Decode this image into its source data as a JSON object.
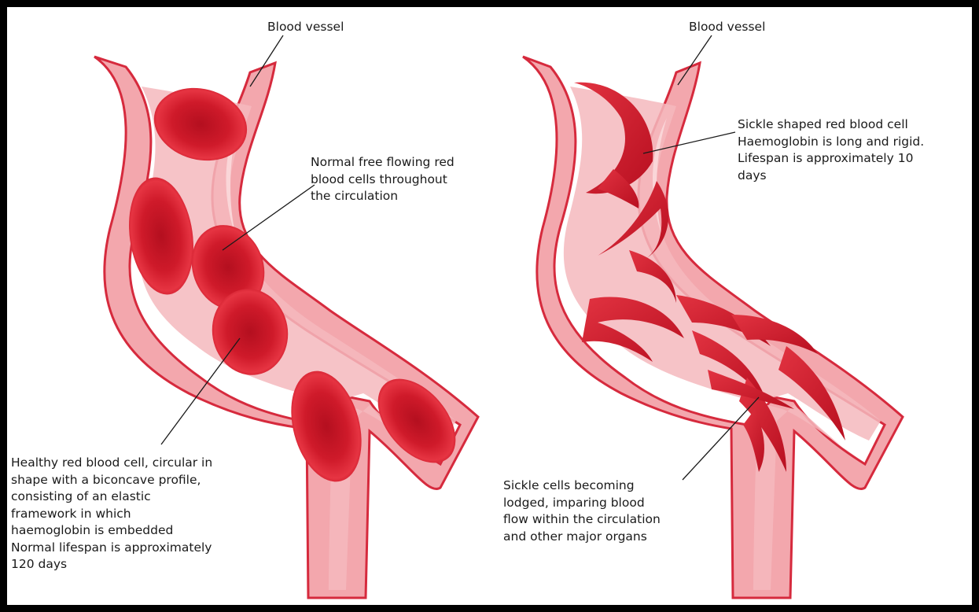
{
  "palette": {
    "vessel_outer": "#f3a7ad",
    "vessel_stroke": "#d62a3d",
    "lumen": "#f5b8bd",
    "wall_highlight": "#fbd9dc",
    "cell_dark": "#b40f1f",
    "cell_mid": "#d91f2e",
    "cell_light": "#ef4a55",
    "leader_line": "#1a1a1a"
  },
  "normal_panel": {
    "vessel_label": "Blood vessel",
    "flow_label": [
      "Normal free flowing red",
      "blood cells throughout",
      "the circulation"
    ],
    "cell_label": [
      "Healthy red blood cell, circular in",
      "shape with a biconcave profile,",
      "consisting of an elastic",
      "framework in which",
      "haemoglobin is embedded",
      "Normal lifespan is approximately",
      "120 days"
    ]
  },
  "sickle_panel": {
    "vessel_label": "Blood vessel",
    "cell_label": [
      "Sickle shaped red blood cell",
      "Haemoglobin is long and rigid.",
      "Lifespan is approximately 10",
      "days"
    ],
    "lodged_label": [
      "Sickle cells becoming",
      "lodged, imparing blood",
      "flow within the circulation",
      "and other major organs"
    ]
  }
}
